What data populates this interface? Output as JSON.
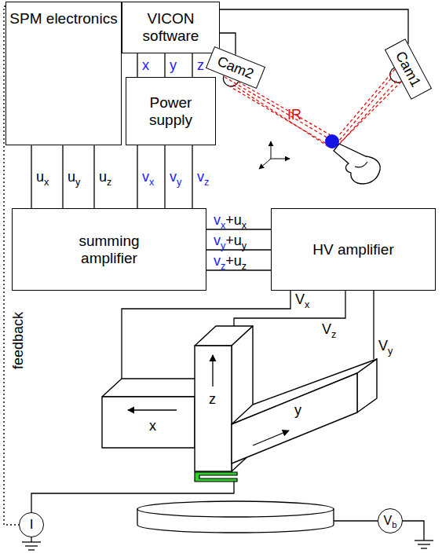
{
  "diagram": {
    "nodes": [
      {
        "text": [
          "SPM electronics"
        ]
      },
      {
        "text": [
          "VICON software"
        ]
      },
      {
        "text": [
          "Cam2"
        ]
      },
      {
        "text": [
          "Cam1"
        ]
      },
      {
        "text": [
          "Power supply"
        ]
      },
      {
        "text": [
          "summing amplifier"
        ]
      },
      {
        "text": [
          "HV amplifier"
        ]
      },
      {
        "text": [
          "z"
        ]
      },
      {
        "text": [
          "y"
        ]
      },
      {
        "text": [
          "x"
        ]
      },
      {
        "text": [
          "I"
        ]
      },
      {
        "text": [
          "Vb"
        ]
      }
    ],
    "edges": [
      {
        "from": 1,
        "to": 4,
        "label": "x",
        "arrow": "none"
      },
      {
        "from": 1,
        "to": 4,
        "label": "y",
        "arrow": "none"
      },
      {
        "from": 1,
        "to": 4,
        "label": "z",
        "arrow": "none"
      },
      {
        "from": 1,
        "to": 2,
        "arrow": "none"
      },
      {
        "from": 1,
        "to": 3,
        "arrow": "none"
      },
      {
        "from": 0,
        "to": 5,
        "label": "ux",
        "arrow": "none"
      },
      {
        "from": 0,
        "to": 5,
        "label": "uy",
        "arrow": "none"
      },
      {
        "from": 0,
        "to": 5,
        "label": "uz",
        "arrow": "none"
      },
      {
        "from": 4,
        "to": 5,
        "label": "vx",
        "arrow": "none"
      },
      {
        "from": 4,
        "to": 5,
        "label": "vy",
        "arrow": "none"
      },
      {
        "from": 4,
        "to": 5,
        "label": "vz",
        "arrow": "none"
      },
      {
        "from": 5,
        "to": 6,
        "label": "vx+ux",
        "arrow": "none"
      },
      {
        "from": 5,
        "to": 6,
        "label": "vy+uy",
        "arrow": "none"
      },
      {
        "from": 5,
        "to": 6,
        "label": "vz+uz",
        "arrow": "none"
      },
      {
        "from": 6,
        "to": 9,
        "label": "Vx",
        "arrow": "none"
      },
      {
        "from": 6,
        "to": 7,
        "label": "Vz",
        "arrow": "none"
      },
      {
        "from": 6,
        "to": 8,
        "label": "Vy",
        "arrow": "none"
      },
      {
        "from": 0,
        "to": 10,
        "label": "feedback",
        "arrow": "none"
      }
    ],
    "labels": [
      "IR"
    ]
  }
}
